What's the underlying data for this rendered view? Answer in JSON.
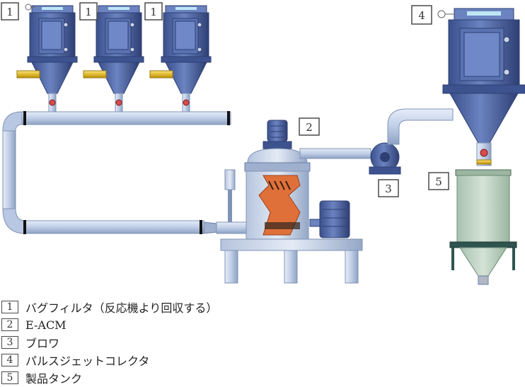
{
  "callouts": {
    "bag_filter_1": "1",
    "bag_filter_2": "1",
    "bag_filter_3": "1",
    "ecm": "2",
    "blower": "3",
    "collector": "4",
    "tank": "5"
  },
  "legend": [
    {
      "num": "1",
      "label": "バグフィルタ（反応機より回収する）"
    },
    {
      "num": "2",
      "label": "E-ACM"
    },
    {
      "num": "3",
      "label": "ブロワ"
    },
    {
      "num": "4",
      "label": "パルスジェットコレクタ"
    },
    {
      "num": "5",
      "label": "製品タンク"
    }
  ],
  "colors": {
    "pipe": "#c6d4ea",
    "pipe_edge": "#7f93b5",
    "equipment": "#4a62a0",
    "equipment_dark": "#2e3f73",
    "feed_pipe": "#e8c43a",
    "mill_interior": "#e0703a",
    "tank": "#c2d6c6",
    "stand": "#2f5450"
  }
}
